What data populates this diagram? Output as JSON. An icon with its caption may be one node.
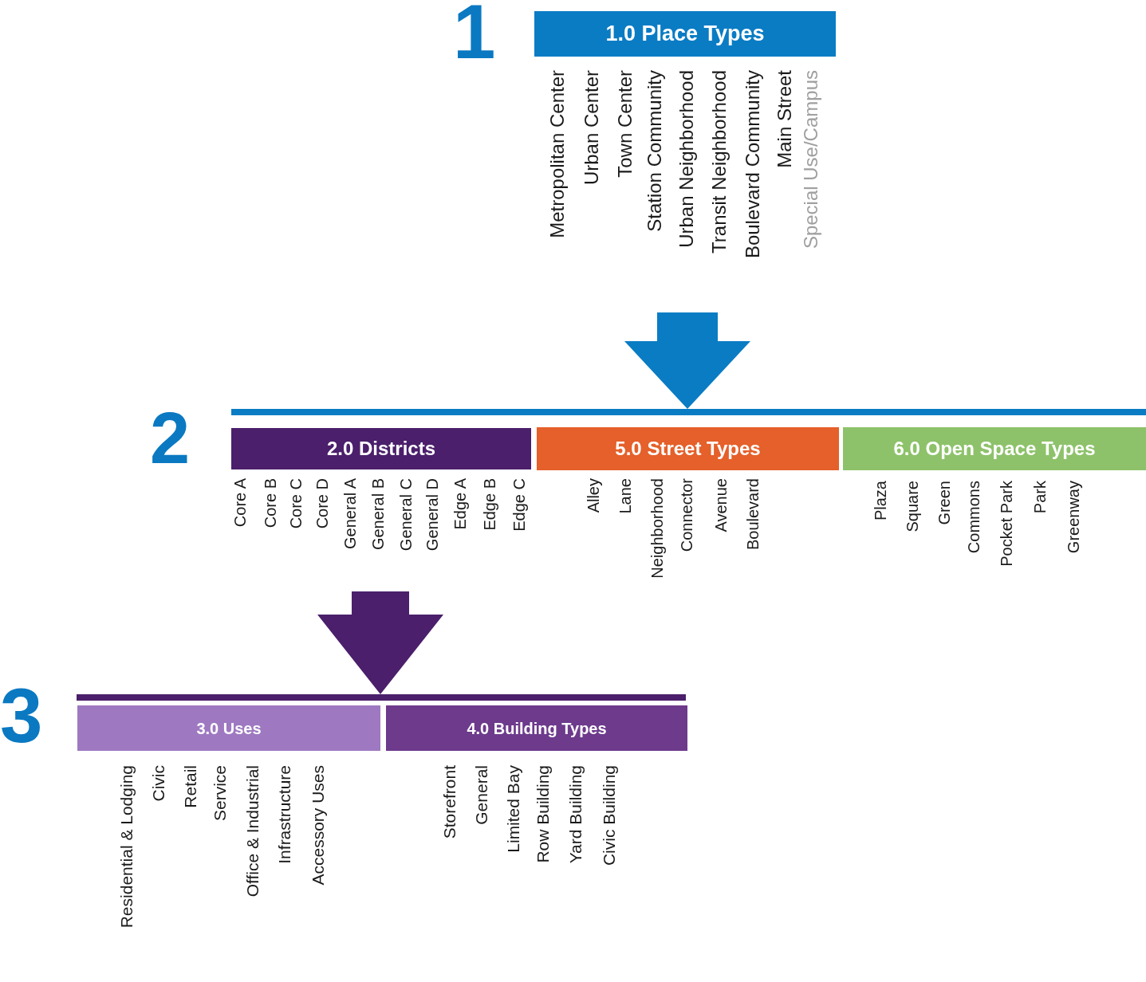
{
  "diagram": {
    "nodes": [
      {
        "text": [
          "1.0 Place Types"
        ],
        "beside": [
          "Metropolitan Center",
          "Urban Center",
          "Town Center",
          "Station Community",
          "Urban Neighborhood",
          "Transit Neighborhood",
          "Boulevard Community",
          "Main Street",
          "Special Use/Campus"
        ]
      },
      {
        "text": [],
        "shape": "bar"
      },
      {
        "text": [
          "2.0 Districts"
        ],
        "beside": [
          "Core A",
          "Core B",
          "Core C",
          "Core D",
          "General A",
          "General B",
          "General C",
          "General D",
          "Edge A",
          "Edge B",
          "Edge C"
        ]
      },
      {
        "text": [
          "5.0 Street Types"
        ],
        "beside": [
          "Alley",
          "Lane",
          "Neighborhood",
          "Connector",
          "Avenue",
          "Boulevard"
        ]
      },
      {
        "text": [
          "6.0 Open Space Types"
        ],
        "beside": [
          "Plaza",
          "Square",
          "Green",
          "Commons",
          "Pocket Park",
          "Park",
          "Greenway"
        ]
      },
      {
        "text": [],
        "shape": "bar"
      },
      {
        "text": [
          "3.0 Uses"
        ],
        "beside": [
          "Residential & Lodging",
          "Civic",
          "Retail",
          "Service",
          "Office & Industrial",
          "Infrastructure",
          "Accessory Uses"
        ]
      },
      {
        "text": [
          "4.0 Building Types"
        ],
        "beside": [
          "Storefront",
          "General",
          "Limited Bay",
          "Row Building",
          "Yard Building",
          "Civic Building"
        ]
      }
    ],
    "edges": [
      {
        "from": null,
        "to": 1,
        "arrow": "to",
        "style": "thick"
      },
      {
        "from": null,
        "to": 5,
        "arrow": "to",
        "style": "thick",
        "color": "#4b1f6b"
      }
    ],
    "labels": [
      "1",
      "2",
      "3"
    ]
  }
}
